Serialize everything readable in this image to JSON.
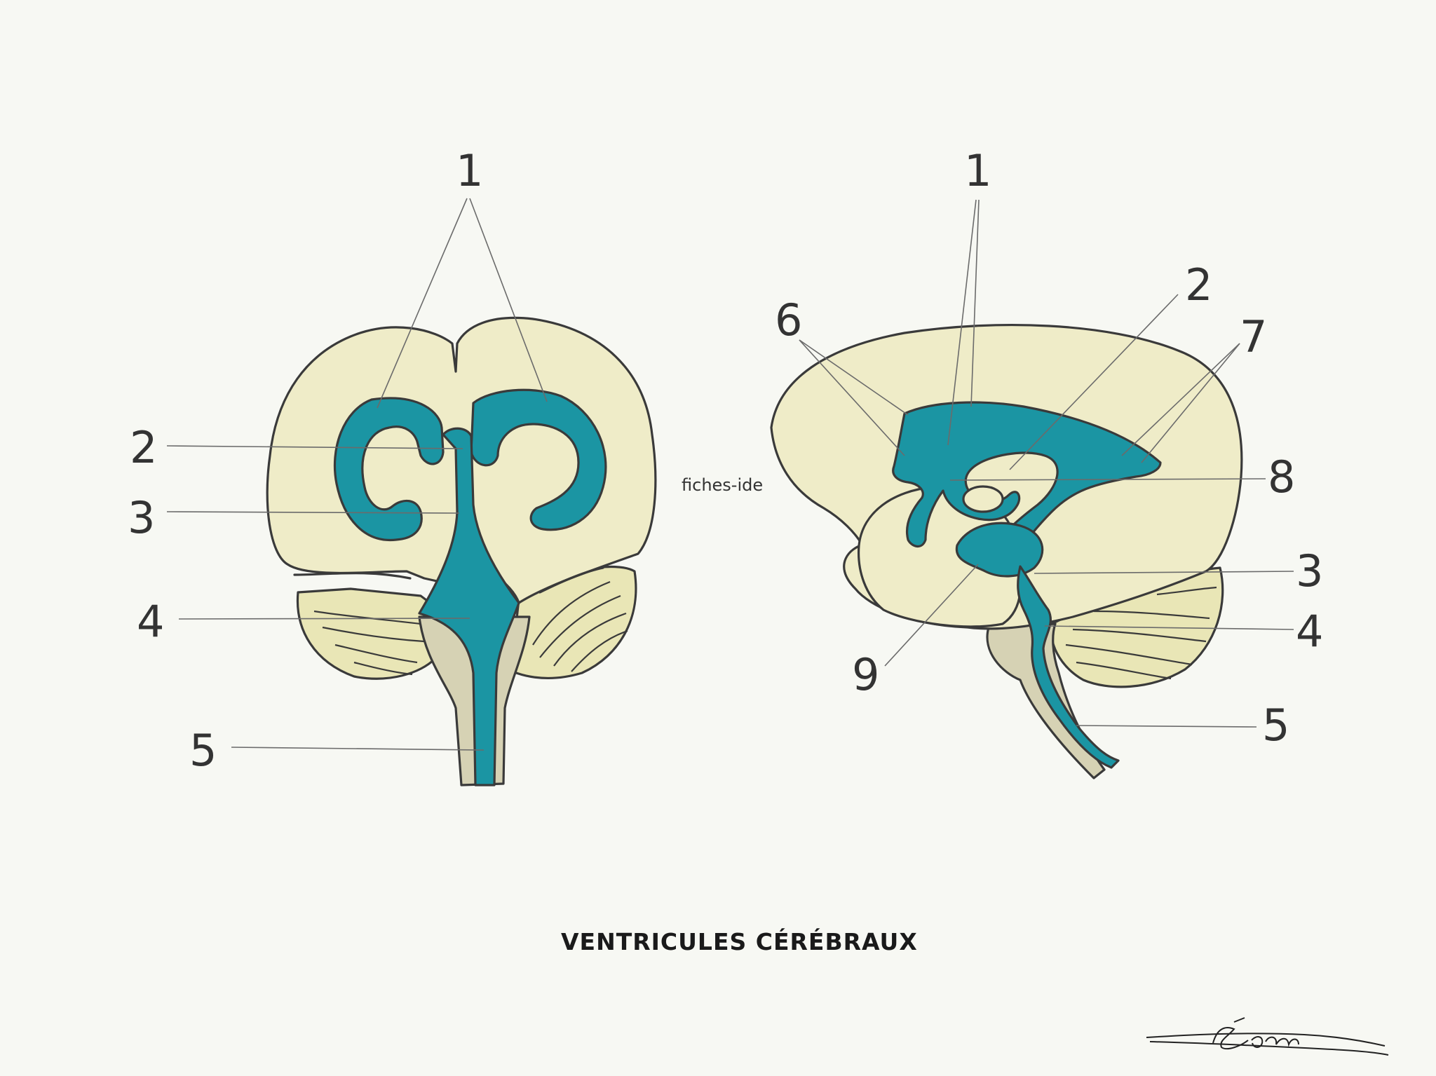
{
  "title": "VENTRICULES CÉRÉBRAUX",
  "watermark": "fiches-ide",
  "signature": "Léona",
  "colors": {
    "background": "#f7f8f3",
    "brain": "#efecc8",
    "cerebellum": "#e9e6b6",
    "brainstem": "#d6d2b4",
    "ventricle": "#1b95a3",
    "outline": "#3a3a3a"
  },
  "front_view": {
    "labels": [
      "1",
      "2",
      "3",
      "4",
      "5"
    ]
  },
  "side_view": {
    "labels": [
      "1",
      "2",
      "6",
      "7",
      "8",
      "3",
      "4",
      "9",
      "5"
    ]
  }
}
